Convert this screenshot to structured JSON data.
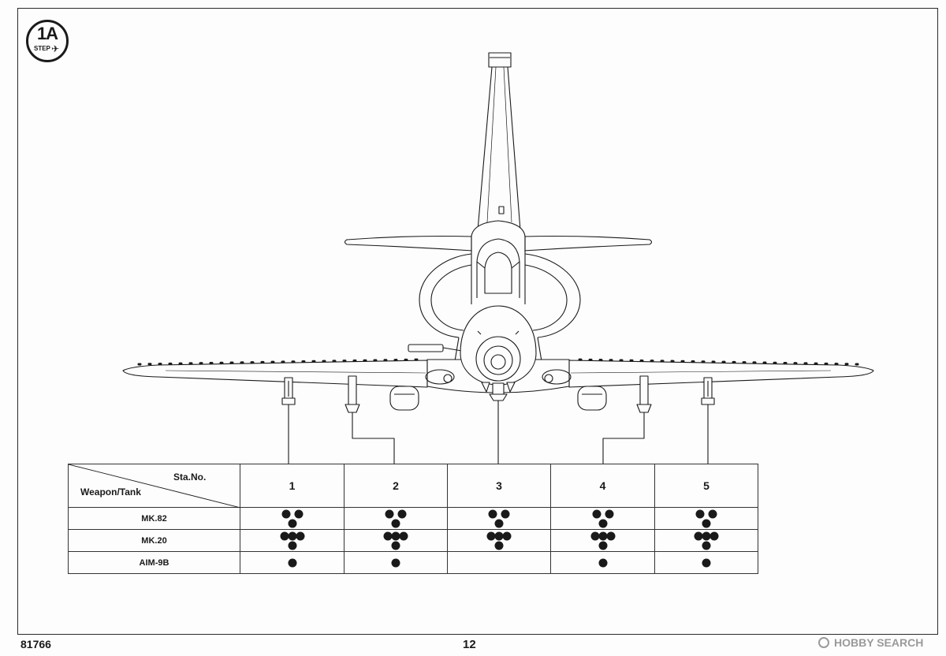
{
  "page": {
    "part_number": "81766",
    "page_number": "12"
  },
  "step": {
    "number": "1A",
    "label": "STEP",
    "icon": "airplane-icon"
  },
  "watermark": {
    "text": "HOBBY SEARCH"
  },
  "table": {
    "header_top": "Sta.No.",
    "header_bottom": "Weapon/Tank",
    "stations": [
      "1",
      "2",
      "3",
      "4",
      "5"
    ],
    "rows": [
      {
        "label": "MK.82",
        "counts": [
          3,
          3,
          3,
          3,
          3
        ]
      },
      {
        "label": "MK.20",
        "counts": [
          4,
          4,
          4,
          4,
          4
        ]
      },
      {
        "label": "AIM-9B",
        "counts": [
          1,
          1,
          0,
          1,
          1
        ]
      }
    ]
  },
  "colors": {
    "ink": "#1a1a1a",
    "watermark": "#9a9a9a"
  }
}
